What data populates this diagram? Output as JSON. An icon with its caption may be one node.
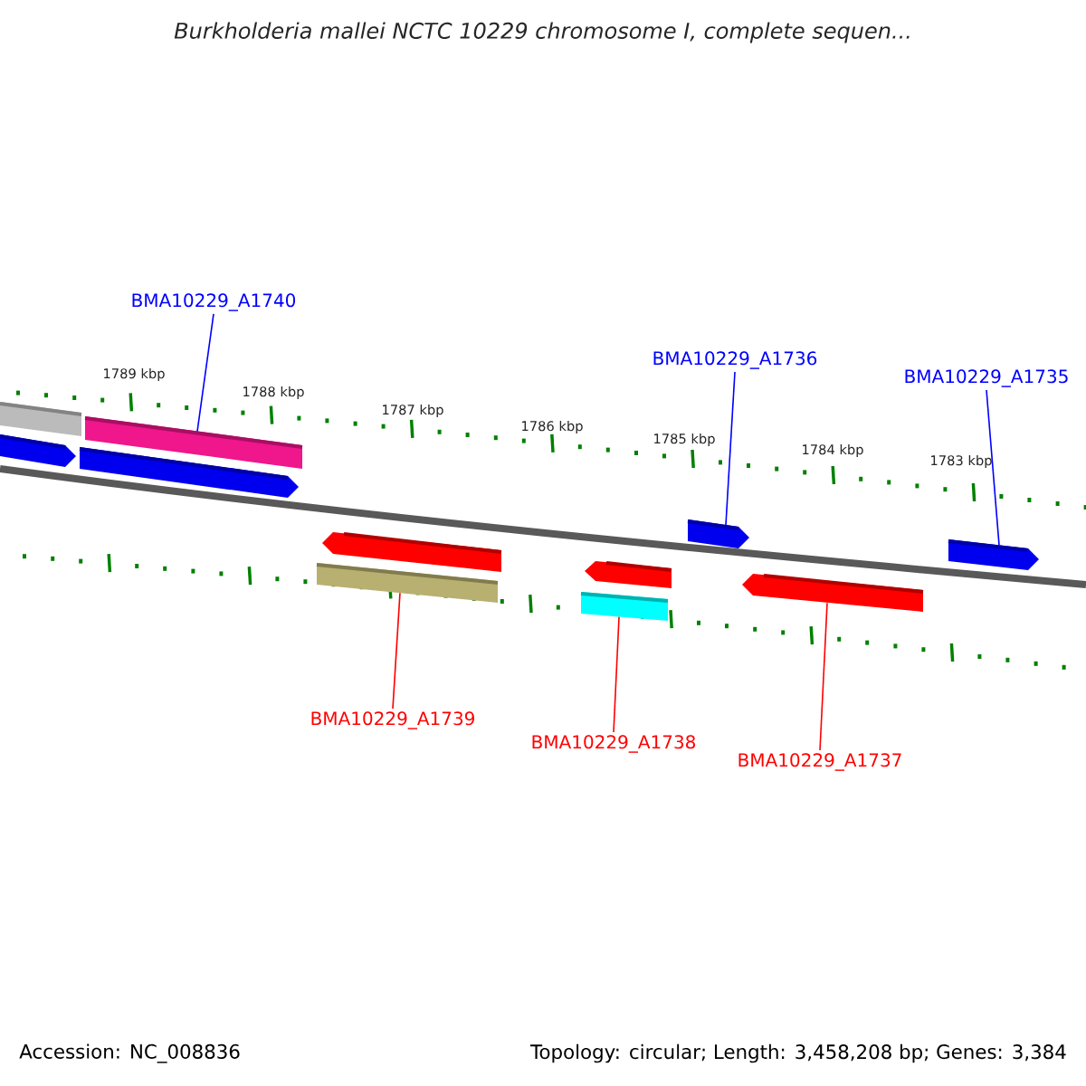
{
  "diagram": {
    "title": "Burkholderia mallei NCTC 10229 chromosome I, complete sequen...",
    "nodes": [
      {
        "text": [
          "BMA10229_A1740"
        ]
      },
      {
        "text": [
          "BMA10229_A1736"
        ]
      },
      {
        "text": [
          "BMA10229_A1735"
        ]
      },
      {
        "text": [
          "BMA10229_A1739"
        ]
      },
      {
        "text": [
          "BMA10229_A1738"
        ]
      },
      {
        "text": [
          "BMA10229_A1737"
        ]
      },
      {
        "text": [],
        "shape": "bar"
      },
      {
        "text": [],
        "shape": "bar"
      },
      {
        "text": [],
        "shape": "bar"
      },
      {
        "text": [],
        "shape": "bar"
      },
      {
        "text": [],
        "shape": "bar"
      },
      {
        "text": [],
        "shape": "bar"
      },
      {
        "text": [],
        "shape": "bar"
      },
      {
        "text": [],
        "shape": "bar"
      },
      {
        "text": [],
        "shape": "bar"
      },
      {
        "text": [],
        "shape": "bar"
      },
      {
        "text": [],
        "shape": "bar"
      }
    ],
    "edges": [
      {
        "from": 0,
        "to": 7,
        "arrow": "none",
        "color": "#0000ff"
      },
      {
        "from": 1,
        "to": 14,
        "arrow": "none",
        "color": "#0000ff"
      },
      {
        "from": 2,
        "to": 16,
        "arrow": "none",
        "color": "#0000ff"
      },
      {
        "from": 3,
        "to": 11,
        "arrow": "none",
        "color": "#ff0000"
      },
      {
        "from": 4,
        "to": 13,
        "arrow": "none",
        "color": "#ff0000"
      },
      {
        "from": 5,
        "to": 15,
        "arrow": "none",
        "color": "#ff0000"
      }
    ],
    "labels": [
      "1789 kbp",
      "1788 kbp",
      "1787 kbp",
      "1786 kbp",
      "1785 kbp",
      "1784 kbp",
      "1783 kbp",
      "Accession: NC_008836",
      "Topology: circular; Length: 3,458,208 bp; Genes: 3,384"
    ]
  }
}
